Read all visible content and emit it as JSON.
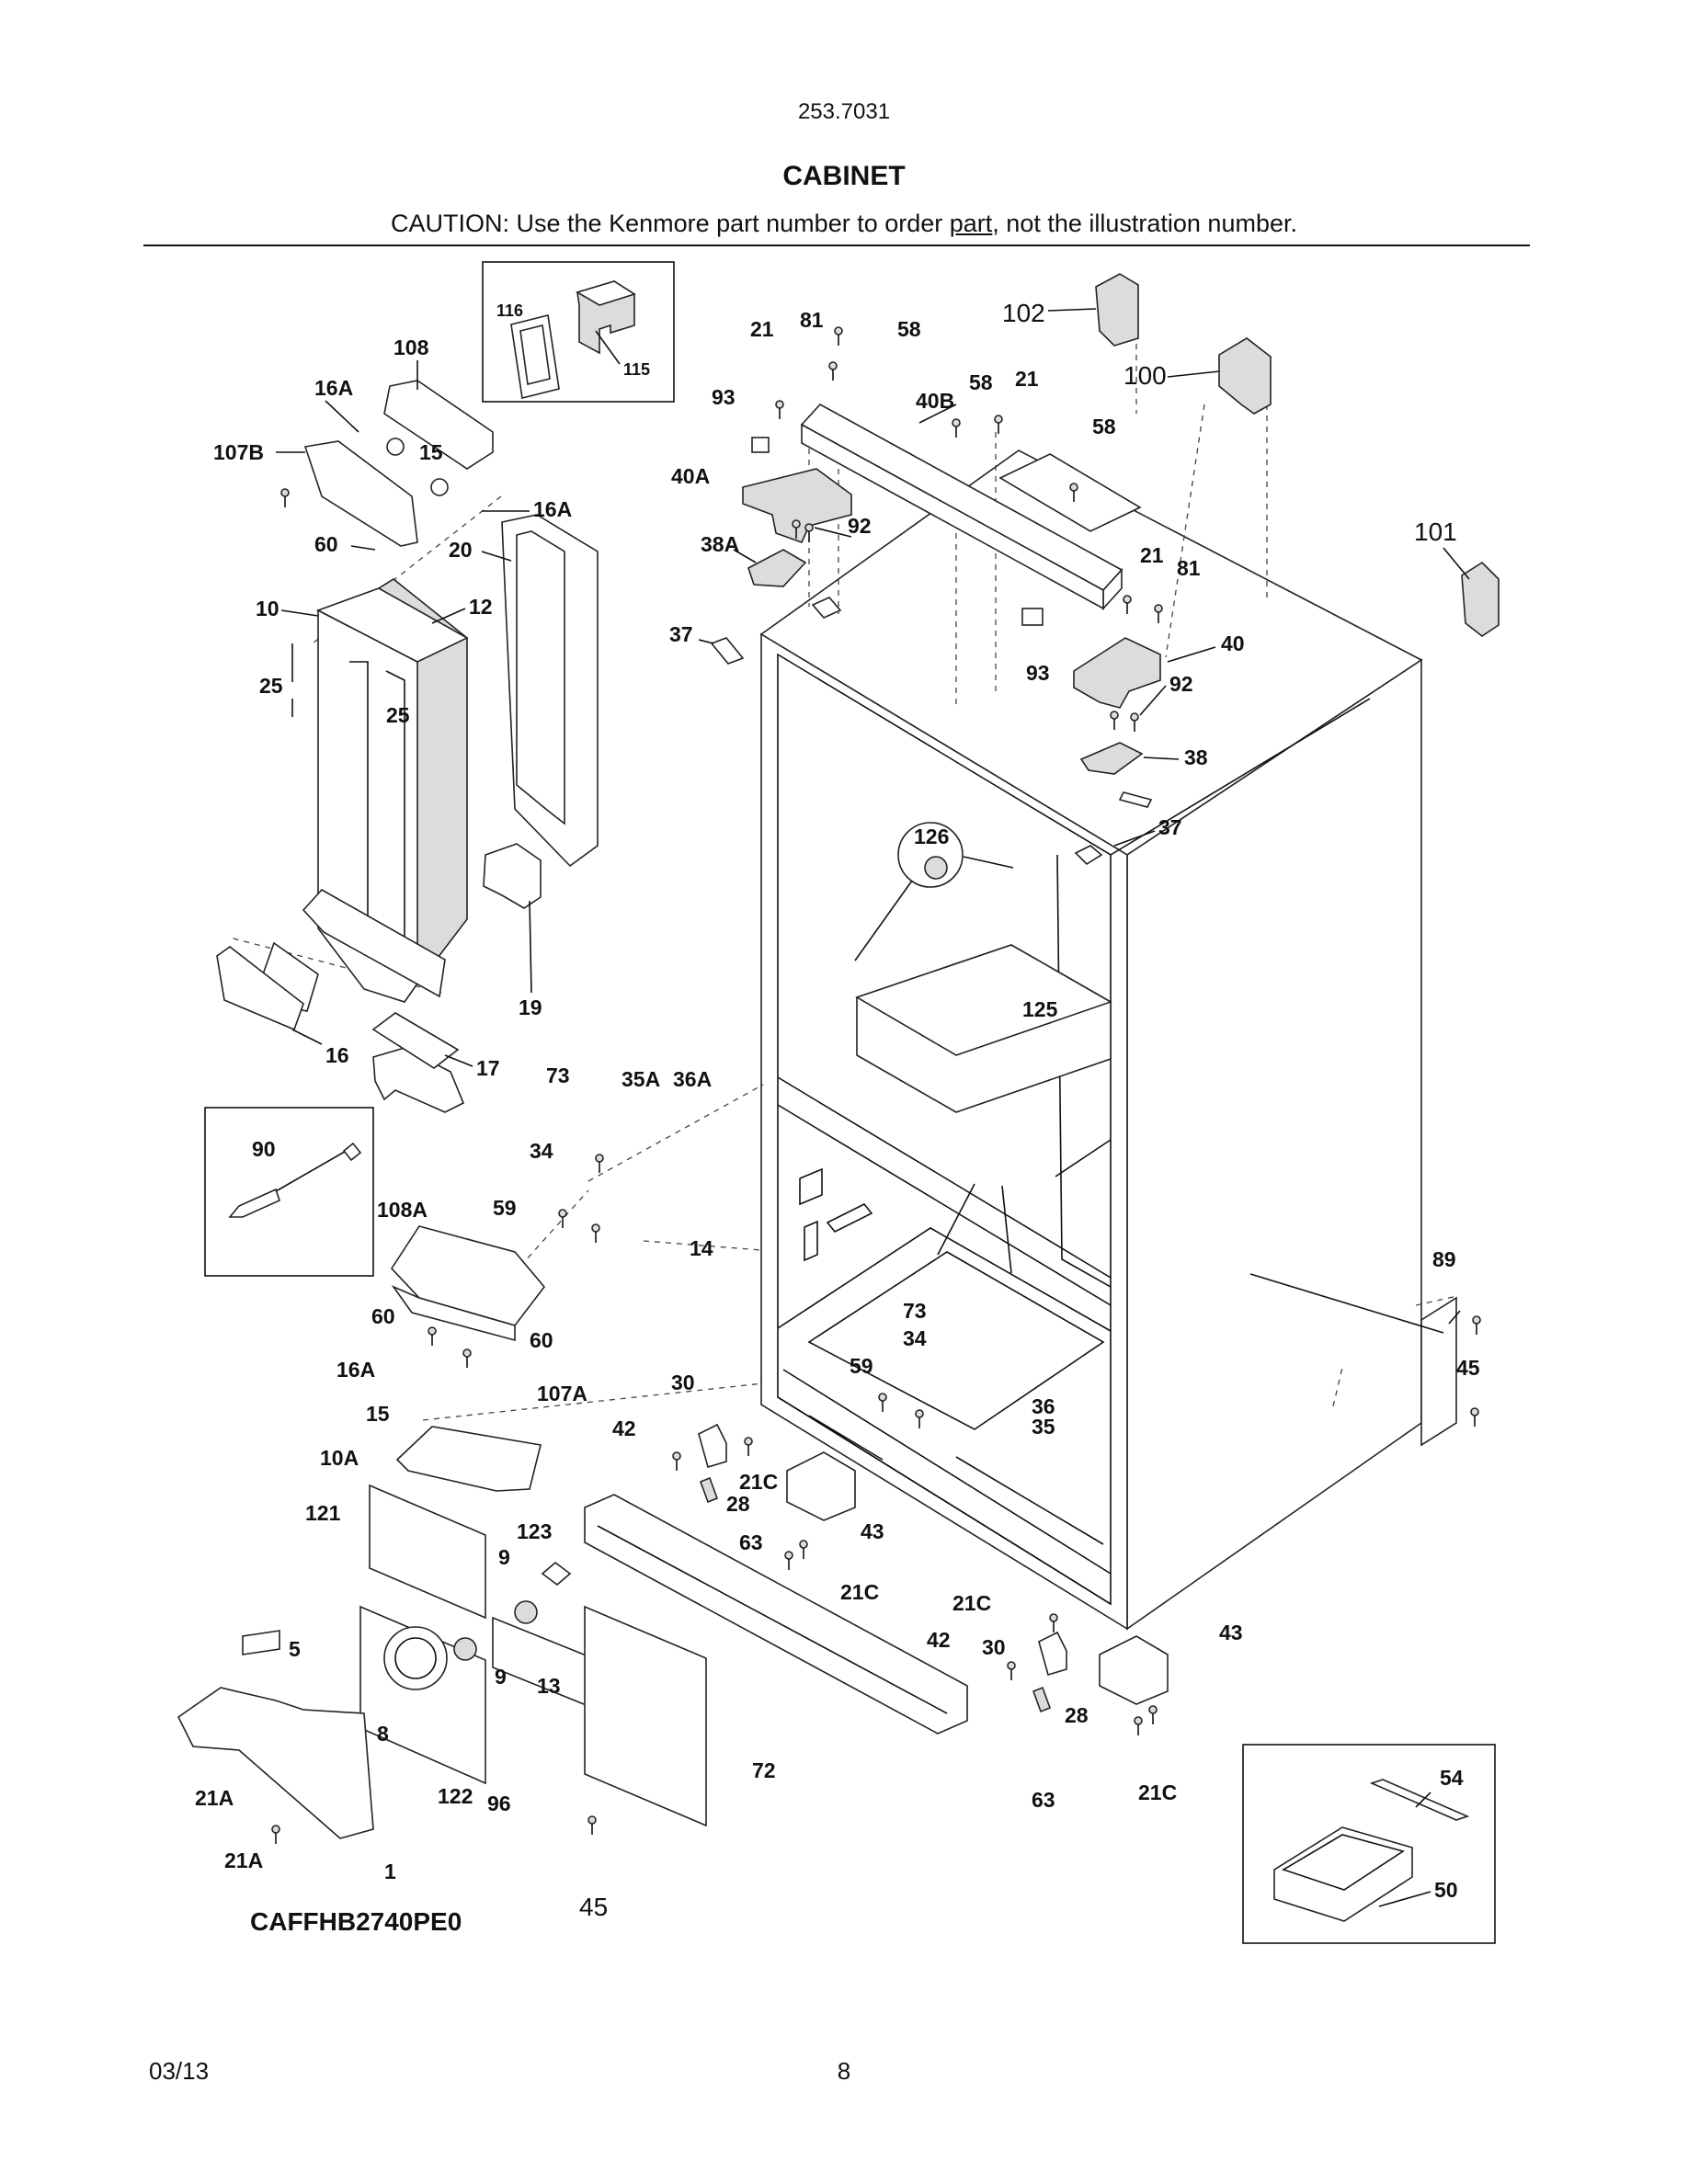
{
  "header": {
    "model": "253.7031",
    "title": "CABINET",
    "caution_prefix": "CAUTION: Use the Kenmore part number to order ",
    "caution_underlined": "part",
    "caution_suffix": ", not the illustration number."
  },
  "diagram": {
    "labels": {
      "l116": "116",
      "l115": "115",
      "l108": "108",
      "l16A_1": "16A",
      "l107B": "107B",
      "l15_1": "15",
      "l16A_2": "16A",
      "l60_1": "60",
      "l20": "20",
      "l10": "10",
      "l12": "12",
      "l25_1": "25",
      "l25_2": "25",
      "l19": "19",
      "l16": "16",
      "l17": "17",
      "l21_1": "21",
      "l81_1": "81",
      "l58_1": "58",
      "l93_1": "93",
      "l40B": "40B",
      "l58_2": "58",
      "l21_2": "21",
      "l40A": "40A",
      "l92_1": "92",
      "l38A": "38A",
      "l37_1": "37",
      "l102": "102",
      "l100": "100",
      "l58_3": "58",
      "l101": "101",
      "l21_3": "21",
      "l81_2": "81",
      "l40": "40",
      "l93_2": "93",
      "l92_2": "92",
      "l38": "38",
      "l37_2": "37",
      "l126": "126",
      "l125": "125",
      "l90": "90",
      "l73_1": "73",
      "l35A": "35A",
      "l36A": "36A",
      "l34_1": "34",
      "l108A": "108A",
      "l59_1": "59",
      "l14": "14",
      "l60_2": "60",
      "l60_3": "60",
      "l16A_3": "16A",
      "l15_2": "15",
      "l107A": "107A",
      "l30_1": "30",
      "l42_1": "42",
      "l10A": "10A",
      "l21C_1": "21C",
      "l28_1": "28",
      "l63_1": "63",
      "l43_1": "43",
      "l121": "121",
      "l123": "123",
      "l9_1": "9",
      "l21C_2": "21C",
      "l73_2": "73",
      "l34_2": "34",
      "l59_2": "59",
      "l36": "36",
      "l35": "35",
      "l89": "89",
      "l45_1": "45",
      "l5": "5",
      "l9_2": "9",
      "l13": "13",
      "l8": "8",
      "l72": "72",
      "l21C_3": "21C",
      "l42_2": "42",
      "l30_2": "30",
      "l43_2": "43",
      "l28_2": "28",
      "l63_2": "63",
      "l21C_4": "21C",
      "l21A_1": "21A",
      "l122": "122",
      "l96": "96",
      "l21A_2": "21A",
      "l1": "1",
      "l45_2": "45",
      "l54": "54",
      "l50": "50"
    },
    "model_code": "CAFFHB2740PE0"
  },
  "footer": {
    "date": "03/13",
    "page": "8"
  }
}
